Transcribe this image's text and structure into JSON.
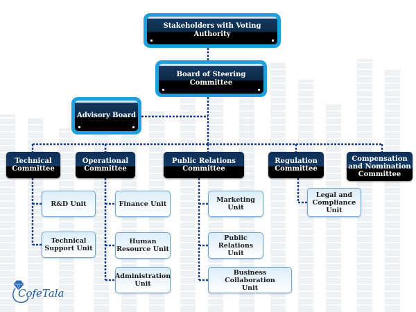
{
  "stakeholders": "Stakeholders with Voting Authority",
  "board": {
    "line1": "Board of Steering",
    "line2": "Committee"
  },
  "advisory": "Advisory Board",
  "committees": [
    {
      "line1": "Technical",
      "line2": "Committee"
    },
    {
      "line1": "Operational",
      "line2": "Committee"
    },
    {
      "line1": "Public Relations",
      "line2": "Committee"
    },
    {
      "line1": "Regulation",
      "line2": "Committee"
    },
    {
      "line1": "Compensation",
      "line2": "and Nomination",
      "line3": "Committee"
    }
  ],
  "units": {
    "technical": [
      {
        "line1": "R&D Unit"
      },
      {
        "line1": "Technical",
        "line2": "Support Unit"
      }
    ],
    "operational": [
      {
        "line1": "Finance Unit"
      },
      {
        "line1": "Human",
        "line2": "Resource Unit"
      },
      {
        "line1": "Administration",
        "line2": "Unit"
      }
    ],
    "public_relations": [
      {
        "line1": "Marketing Unit"
      },
      {
        "line1": "Public Relations",
        "line2": "Unit"
      },
      {
        "line1": "Business Collaboration",
        "line2": "Unit"
      }
    ],
    "regulation": [
      {
        "line1": "Legal and",
        "line2": "Compliance",
        "line3": "Unit"
      }
    ]
  },
  "logo_text": "CofeTala",
  "colors": {
    "frame_blue": "#1f9fdc",
    "navy": "#0f2f57",
    "connector": "#1a3f8a",
    "unit_border": "#6ea4cf"
  }
}
